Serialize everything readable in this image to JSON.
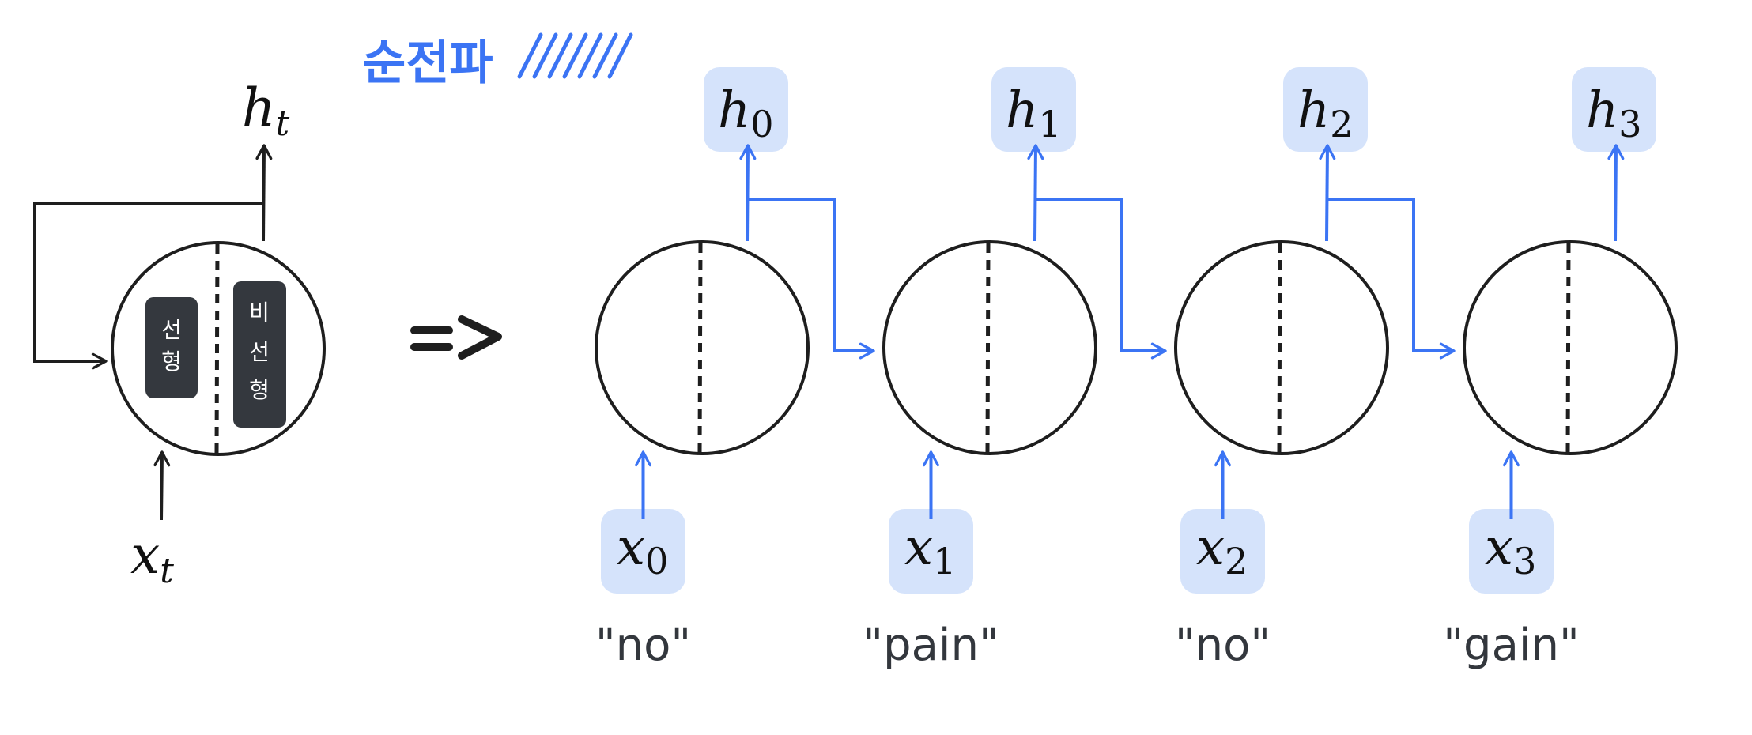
{
  "title": {
    "text": "순전파",
    "color": "#3b74f4",
    "slash_count": 7
  },
  "rolled_cell": {
    "output_label": "h",
    "output_subscript": "t",
    "input_label": "x",
    "input_subscript": "t",
    "linear_block": [
      "선",
      "형"
    ],
    "nonlinear_block": [
      "비",
      "선",
      "형"
    ],
    "block_color": "#34383e",
    "line_color": "#1e1e1e"
  },
  "unroll_symbol": "=>",
  "unrolled": {
    "line_color": "#3b74f4",
    "box_fill": "#d5e3fb",
    "steps": [
      {
        "hidden": "h",
        "hidden_sub": "0",
        "input": "x",
        "input_sub": "0",
        "word": "\"no\""
      },
      {
        "hidden": "h",
        "hidden_sub": "1",
        "input": "x",
        "input_sub": "1",
        "word": "\"pain\""
      },
      {
        "hidden": "h",
        "hidden_sub": "2",
        "input": "x",
        "input_sub": "2",
        "word": "\"no\""
      },
      {
        "hidden": "h",
        "hidden_sub": "3",
        "input": "x",
        "input_sub": "3",
        "word": "\"gain\""
      }
    ]
  }
}
